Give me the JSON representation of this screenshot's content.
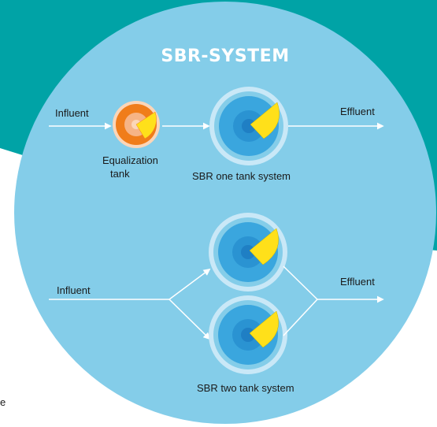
{
  "title": "SBR-SYSTEM",
  "one_tank": {
    "influent_label": "Influent",
    "effluent_label": "Effluent",
    "equalization_label_line1": "Equalization",
    "equalization_label_line2": "tank",
    "system_label": "SBR one tank system"
  },
  "two_tank": {
    "influent_label": "Influent",
    "effluent_label": "Effluent",
    "system_label": "SBR two tank system"
  },
  "edge_fragment": "e",
  "colors": {
    "banner_teal": "#00a3a6",
    "circle_blue": "#84cde9",
    "tank_ring": "#c9e8f7",
    "tank_outer": "#3aa6de",
    "tank_inner": "#1f7fc4",
    "mixer_yellow": "#ffe01a",
    "equalization_orange": "#f07d1a",
    "equalization_core": "#f6b486",
    "arrow_white": "#ffffff"
  }
}
